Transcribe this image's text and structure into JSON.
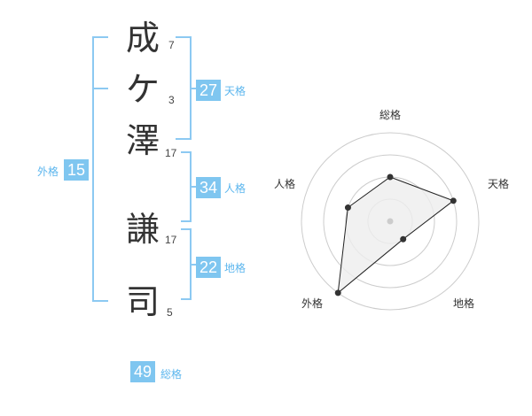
{
  "name": {
    "characters": [
      {
        "char": "成",
        "strokes": "7"
      },
      {
        "char": "ケ",
        "strokes": "3"
      },
      {
        "char": "澤",
        "strokes": "17"
      },
      {
        "char": "謙",
        "strokes": "17"
      },
      {
        "char": "司",
        "strokes": "5"
      }
    ]
  },
  "fortune": {
    "tenkaku": {
      "value": "27",
      "label": "天格"
    },
    "jinkaku": {
      "value": "34",
      "label": "人格"
    },
    "chikaku": {
      "value": "22",
      "label": "地格"
    },
    "gaikaku": {
      "value": "15",
      "label": "外格"
    },
    "soukaku": {
      "value": "49",
      "label": "総格"
    }
  },
  "radar": {
    "axes": [
      "総格",
      "天格",
      "地格",
      "外格",
      "人格"
    ],
    "levels": 4,
    "values": [
      2,
      3,
      1,
      4,
      2
    ],
    "max": 4,
    "colors": {
      "grid": "#cccccc",
      "fill": "#eeeeee",
      "line": "#222222",
      "point": "#333333",
      "center": "#cccccc"
    }
  },
  "colors": {
    "accent": "#7fc6f0",
    "bracket": "#8cc9f2",
    "label": "#5cb6ee"
  }
}
